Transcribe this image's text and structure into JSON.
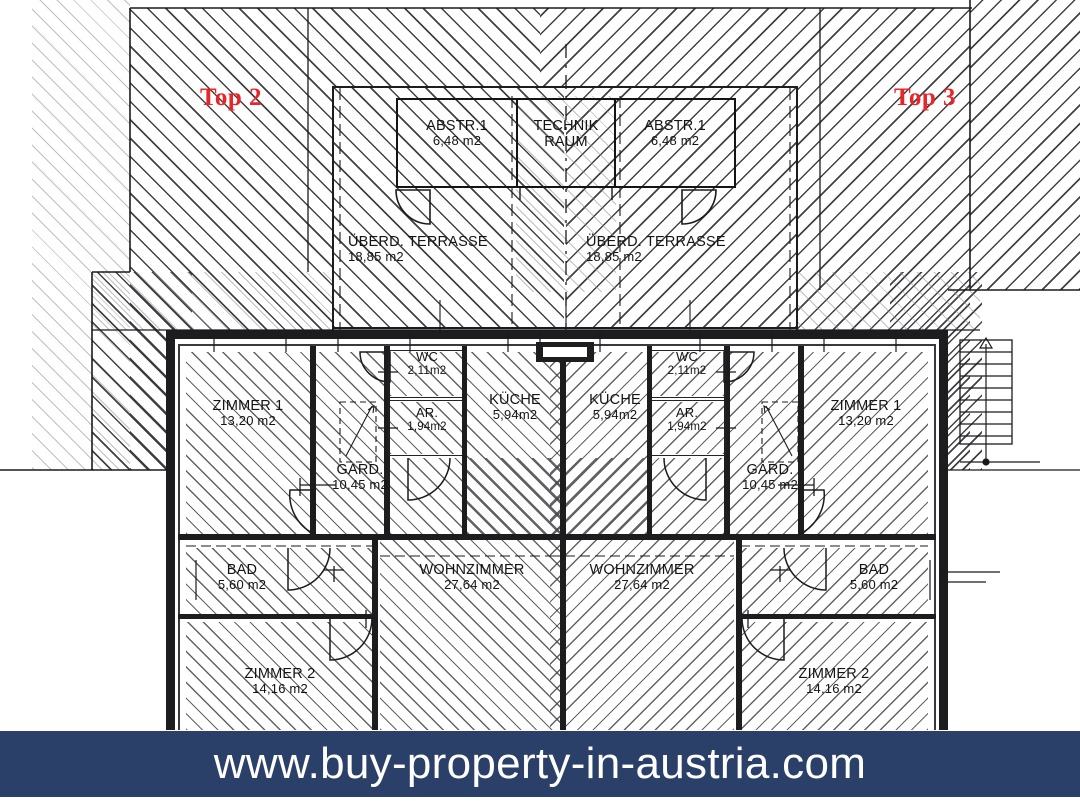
{
  "document": {
    "type": "architectural-floor-plan",
    "title": "Apartment floor plan — Top 2 / Top 3"
  },
  "unit_markers": [
    {
      "label": "Top 2",
      "color": "#e8262a",
      "position": "upper-left"
    },
    {
      "label": "Top 3",
      "color": "#e8262a",
      "position": "upper-right"
    }
  ],
  "colors": {
    "banner_background": "#2b4069",
    "banner_text": "#ffffff",
    "unit_marker": "#e8262a",
    "line": "#141416"
  },
  "rooms": {
    "abstr_left": {
      "name": "ABSTR.1",
      "area": "6,48 m2"
    },
    "technik_raum": {
      "name": "TECHNIK",
      "name2": "RAUM",
      "area": ""
    },
    "abstr_right": {
      "name": "ABSTR.1",
      "area": "6,48 m2"
    },
    "terrasse_left": {
      "name": "ÜBERD. TERRASSE",
      "area": "18,85 m2"
    },
    "terrasse_right": {
      "name": "ÜBERD. TERRASSE",
      "area": "18,85 m2"
    },
    "zimmer1_left": {
      "name": "ZIMMER 1",
      "area": "13,20 m2"
    },
    "zimmer1_right": {
      "name": "ZIMMER 1",
      "area": "13,20 m2"
    },
    "wc_left": {
      "name": "WC",
      "area": "2,11m2"
    },
    "wc_right": {
      "name": "WC",
      "area": "2,11m2"
    },
    "ar_left": {
      "name": "AR.",
      "area": "1,94m2"
    },
    "ar_right": {
      "name": "AR.",
      "area": "1,94m2"
    },
    "kueche_left": {
      "name": "KÜCHE",
      "area": "5,94m2"
    },
    "kueche_right": {
      "name": "KÜCHE",
      "area": "5,94m2"
    },
    "gard_left": {
      "name": "GARD.",
      "area": "10,45 m2"
    },
    "gard_right": {
      "name": "GARD.",
      "area": "10,45 m2"
    },
    "bad_left": {
      "name": "BAD",
      "area": "5,60 m2"
    },
    "bad_right": {
      "name": "BAD",
      "area": "5,60 m2"
    },
    "wohnzimmer_left": {
      "name": "WOHNZIMMER",
      "area": "27,64 m2"
    },
    "wohnzimmer_right": {
      "name": "WOHNZIMMER",
      "area": "27,64 m2"
    },
    "zimmer2_left": {
      "name": "ZIMMER 2",
      "area": "14,16 m2"
    },
    "zimmer2_right": {
      "name": "ZIMMER 2",
      "area": "14,16 m2"
    }
  },
  "symbols": {
    "staircase": "stair-up-arrow",
    "door_swing": "door-swing-arc",
    "chimney": "chimney-shaft"
  },
  "banner": {
    "url": "www.buy-property-in-austria.com"
  }
}
